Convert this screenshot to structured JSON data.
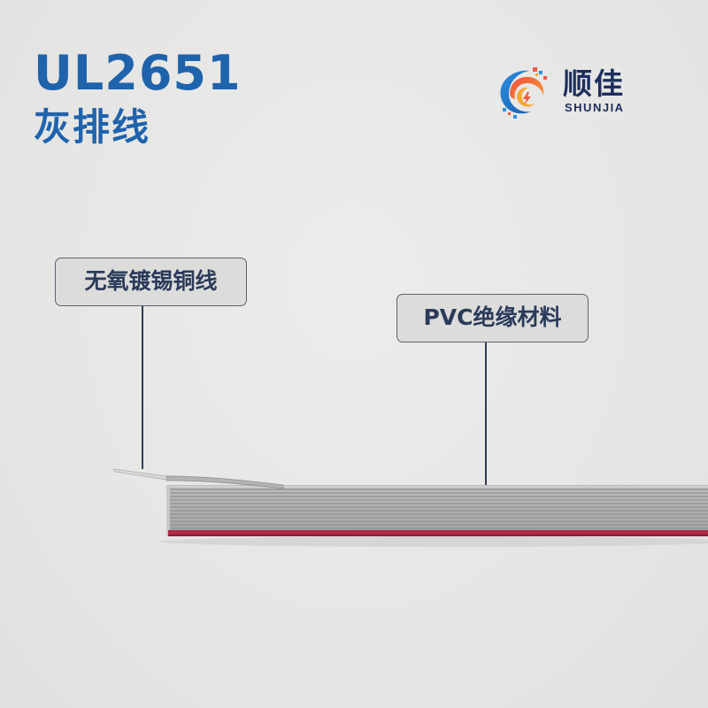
{
  "product": {
    "model": "UL2651",
    "name": "灰排线"
  },
  "brand": {
    "name_cn": "顺佳",
    "name_en": "SHUNJIA",
    "logo_icon": "shunjia-logo-icon"
  },
  "callouts": {
    "conductor": "无氧镀锡铜线",
    "insulation": "PVC绝缘材料"
  },
  "colors": {
    "title_blue": "#1f63ad",
    "logo_navy": "#1d2e5e",
    "cable_gray": "#a9a9ab",
    "marker_stripe": "#b0284a"
  }
}
